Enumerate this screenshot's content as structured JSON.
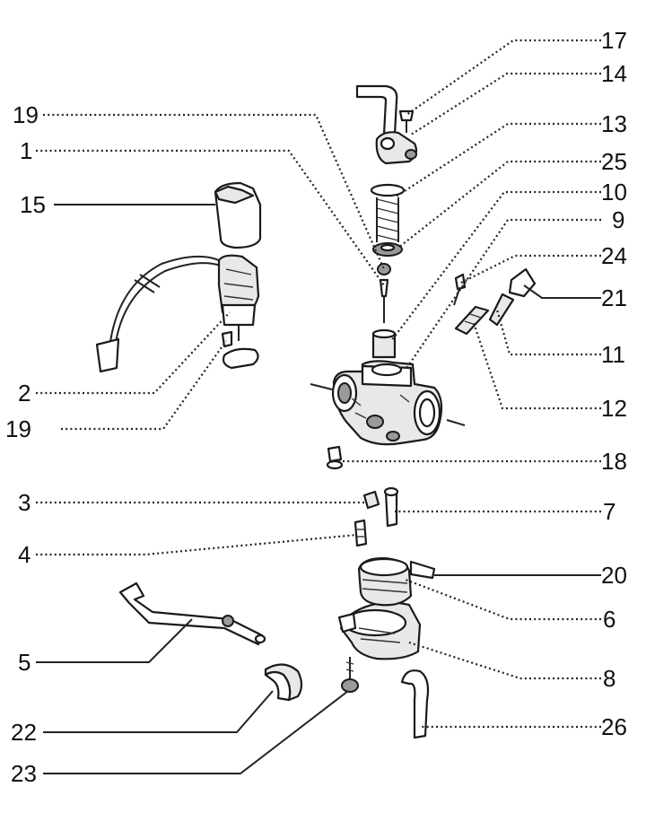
{
  "callouts": {
    "n17": "17",
    "n14": "14",
    "n13": "13",
    "n25": "25",
    "n10": "10",
    "n9": "9",
    "n24": "24",
    "n21": "21",
    "n11": "11",
    "n12": "12",
    "n18": "18",
    "n7": "7",
    "n20": "20",
    "n6": "6",
    "n8": "8",
    "n26": "26",
    "n19a": "19",
    "n1": "1",
    "n15": "15",
    "n2": "2",
    "n19b": "19",
    "n3": "3",
    "n4": "4",
    "n5": "5",
    "n22": "22",
    "n23": "23"
  }
}
